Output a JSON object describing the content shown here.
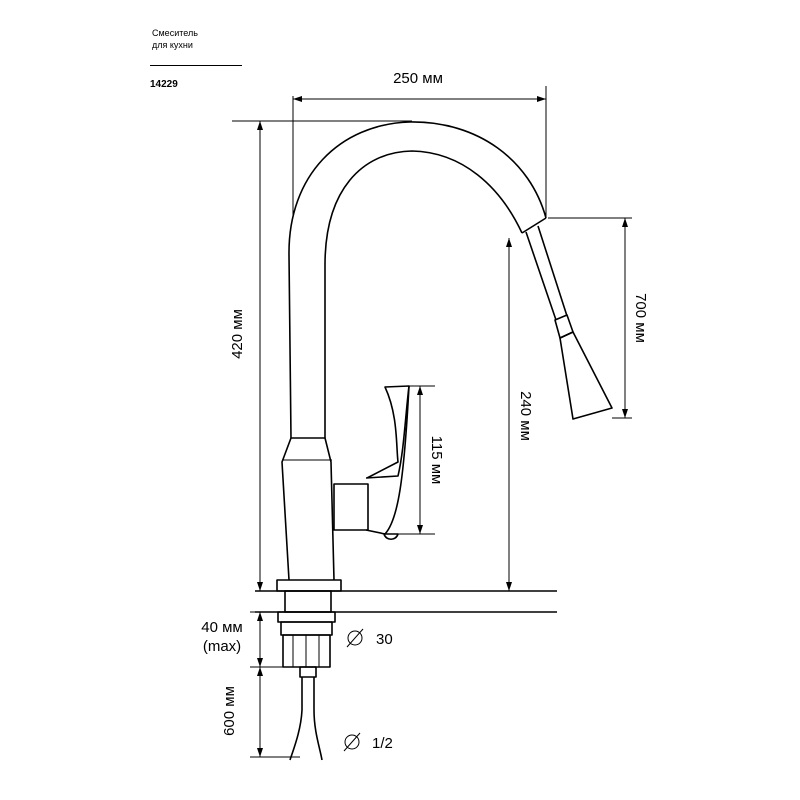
{
  "header": {
    "title": "Смеситель",
    "subtitle": "для кухни",
    "code": "14229"
  },
  "dimensions": {
    "width": "250 мм",
    "height": "420 мм",
    "hose": "700 мм",
    "spout_clearance": "240 мм",
    "lever": "115 мм",
    "mount_thickness": "40 мм",
    "mount_thickness_note": "(max)",
    "supply_hose": "600 мм",
    "diameter_mount": "30",
    "diameter_thread": "1/2"
  },
  "icons": {
    "diameter": "diameter-icon"
  }
}
